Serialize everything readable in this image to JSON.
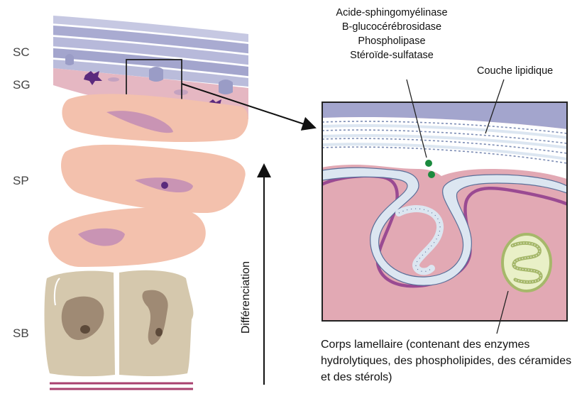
{
  "layers": {
    "sc": "SC",
    "sg": "SG",
    "sp": "SP",
    "sb": "SB"
  },
  "enzymes": [
    "Acide-sphingomyélinase",
    "B-glucocérébrosidase",
    "Phospholipase",
    "Stéroïde-sulfatase"
  ],
  "lipid_layer_label": "Couche lipidique",
  "differentiation_label": "Différenciation",
  "lamellar_body_label": "Corps lamellaire (contenant des enzymes hydrolytiques, des phospholipides, des céramides et des stérols)",
  "colors": {
    "stratum_corneum": "#b3b5d6",
    "granular_layer": "#e5b7c2",
    "spinous_cell": "#f3c1ad",
    "basal_cell": "#d5c8ad",
    "nucleus": "#c994b4",
    "granules": "#5b2a7d",
    "membrane": "#9a4a92",
    "lamellar": "#dce6f1",
    "enzyme_dot": "#1b8a3e"
  }
}
